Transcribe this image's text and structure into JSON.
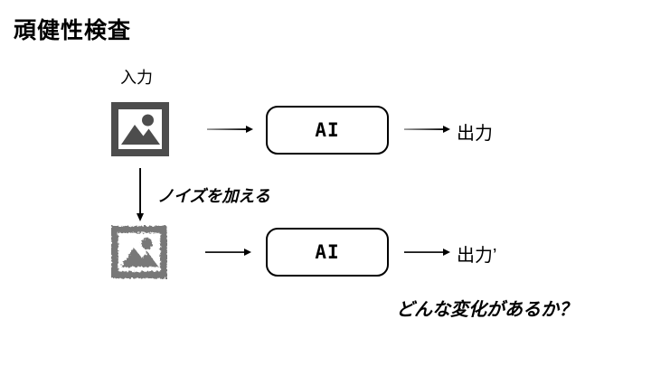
{
  "title": "頑健性検査",
  "labels": {
    "input": "入力",
    "output": "出力",
    "output_prime": "出力’",
    "noise": "ノイズを加える",
    "question": "どんな変化があるか？"
  },
  "ai_boxes": {
    "top_label": "AI",
    "bottom_label": "AI"
  },
  "icons": {
    "input_image": "image-icon",
    "noisy_image": "noisy-image-icon"
  },
  "colors": {
    "background": "#ffffff",
    "text": "#000000",
    "icon_gray": "#4d4d4d",
    "noisy_icon_gray": "#787878",
    "arrow_tail": "#9a9a9a",
    "arrow_head": "#000000"
  }
}
